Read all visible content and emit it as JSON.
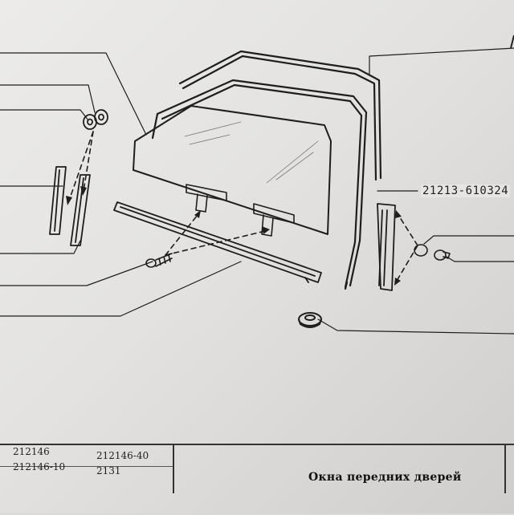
{
  "part_number_label": "21213-610324",
  "table": {
    "codes": [
      "212146",
      "212146-40",
      "212146-10",
      "2131"
    ]
  },
  "caption": "Окна передних дверей"
}
